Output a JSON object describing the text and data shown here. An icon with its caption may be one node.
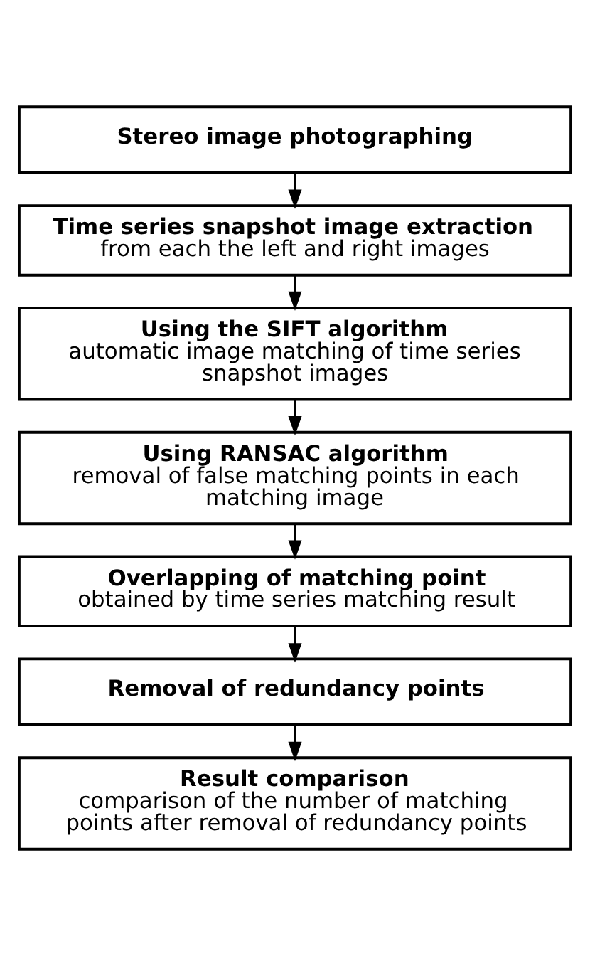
{
  "diagram": {
    "nodes": [
      {
        "text": [
          "Stereo image photographing"
        ]
      },
      {
        "text": [
          "Time series snapshot image extraction",
          "from each the left and right images"
        ]
      },
      {
        "text": [
          "Using the SIFT algorithm",
          "automatic image matching of time series snapshot images"
        ]
      },
      {
        "text": [
          "Using RANSAC algorithm",
          "removal of false matching points in each matching image"
        ]
      },
      {
        "text": [
          "Overlapping of matching point",
          "obtained by time series matching result"
        ]
      },
      {
        "text": [
          "Removal of redundancy points"
        ]
      },
      {
        "text": [
          "Result comparison",
          "comparison of the number of matching points after removal of redundancy points"
        ]
      }
    ],
    "edges": [
      {
        "from": 0,
        "to": 1,
        "arrow": "to"
      },
      {
        "from": 1,
        "to": 2,
        "arrow": "to"
      },
      {
        "from": 2,
        "to": 3,
        "arrow": "to"
      },
      {
        "from": 3,
        "to": 4,
        "arrow": "to"
      },
      {
        "from": 4,
        "to": 5,
        "arrow": "to"
      },
      {
        "from": 5,
        "to": 6,
        "arrow": "to"
      }
    ]
  }
}
